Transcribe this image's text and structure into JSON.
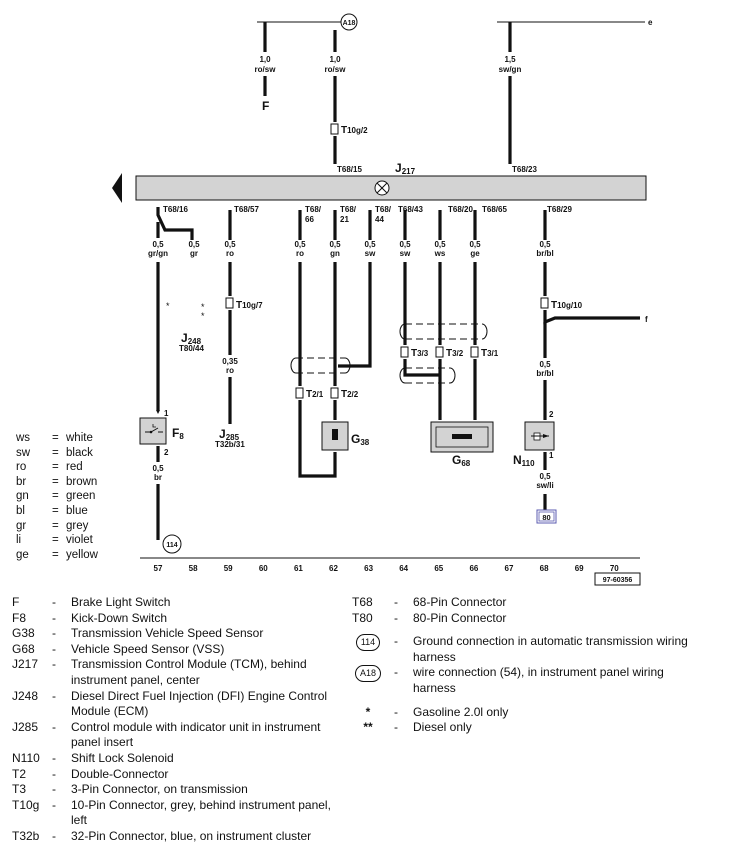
{
  "diagram": {
    "terminals": {
      "top_right": "e",
      "right": "f"
    },
    "a18_marker": "A18",
    "ground_marker": "114",
    "connector_80": "80",
    "figure_id": "97-60356",
    "wire_colors_top": {
      "f": {
        "gauge": "1,0",
        "color": "ro/sw"
      },
      "a18": {
        "gauge": "1,0",
        "color": "ro/sw"
      },
      "e": {
        "gauge": "1,5",
        "color": "sw/gn"
      }
    },
    "top_connectors": {
      "t10g2": "T10g/2",
      "t68_15": "T68/15",
      "t68_23": "T68/23"
    },
    "f_label": "F",
    "module": {
      "name": "J",
      "sub": "217"
    },
    "bottom_pins": [
      "T68/16",
      "T68/57",
      "T68/\n66",
      "T68/\n21",
      "T68/\n44",
      "T68/43",
      "T68/20",
      "T68/65",
      "T68/29"
    ],
    "wires": [
      {
        "gauge": "0,5",
        "color": "gr/gn"
      },
      {
        "gauge": "0,5",
        "color": "gr"
      },
      {
        "gauge": "0,5",
        "color": "ro"
      },
      {
        "gauge": "0,5",
        "color": "ro"
      },
      {
        "gauge": "0,5",
        "color": "gn"
      },
      {
        "gauge": "0,5",
        "color": "sw"
      },
      {
        "gauge": "0,5",
        "color": "sw"
      },
      {
        "gauge": "0,5",
        "color": "ws"
      },
      {
        "gauge": "0,5",
        "color": "ge"
      },
      {
        "gauge": "0,5",
        "color": "br/bl"
      }
    ],
    "lower_wires": {
      "j285": {
        "gauge": "0,35",
        "color": "ro"
      },
      "n110_top": {
        "gauge": "0,5",
        "color": "br/bl"
      },
      "f8_bottom": {
        "gauge": "0,5",
        "color": "br"
      },
      "n110_bottom": {
        "gauge": "0,5",
        "color": "sw/li"
      }
    },
    "connectors": {
      "t10g7": "T10g/7",
      "t10g10": "T10g/10",
      "t2_1": "T2/1",
      "t2_2": "T2/2",
      "t3_3": "T3/3",
      "t3_2": "T3/2",
      "t3_1": "T3/1"
    },
    "components": {
      "j248": {
        "name": "J",
        "sub": "248",
        "pin": "T80/44"
      },
      "j285": {
        "name": "J",
        "sub": "285",
        "pin": "T32b/31"
      },
      "f8": {
        "name": "F",
        "sub": "8",
        "pin1": "1",
        "pin2": "2"
      },
      "g38": {
        "name": "G",
        "sub": "38"
      },
      "g68": {
        "name": "G",
        "sub": "68"
      },
      "n110": {
        "name": "N",
        "sub": "110",
        "pin1": "1",
        "pin2": "2"
      }
    },
    "marks": {
      "single": "*",
      "double": "*\n*"
    },
    "scale": [
      "57",
      "58",
      "59",
      "60",
      "61",
      "62",
      "63",
      "64",
      "65",
      "66",
      "67",
      "68",
      "69",
      "70"
    ]
  },
  "color_key": [
    {
      "abbr": "ws",
      "name": "white"
    },
    {
      "abbr": "sw",
      "name": "black"
    },
    {
      "abbr": "ro",
      "name": "red"
    },
    {
      "abbr": "br",
      "name": "brown"
    },
    {
      "abbr": "gn",
      "name": "green"
    },
    {
      "abbr": "bl",
      "name": "blue"
    },
    {
      "abbr": "gr",
      "name": "grey"
    },
    {
      "abbr": "li",
      "name": "violet"
    },
    {
      "abbr": "ge",
      "name": "yellow"
    }
  ],
  "legend_left": [
    {
      "code": "F",
      "desc": "Brake Light Switch"
    },
    {
      "code": "F8",
      "desc": "Kick-Down Switch"
    },
    {
      "code": "G38",
      "desc": "Transmission Vehicle Speed Sensor"
    },
    {
      "code": "G68",
      "desc": "Vehicle Speed Sensor (VSS)"
    },
    {
      "code": "J217",
      "desc": "Transmission Control Module (TCM), behind instrument panel, center"
    },
    {
      "code": "J248",
      "desc": "Diesel Direct Fuel Injection (DFI) Engine Control Module (ECM)"
    },
    {
      "code": "J285",
      "desc": "Control module with indicator unit in instrument panel insert"
    },
    {
      "code": "N110",
      "desc": "Shift Lock Solenoid"
    },
    {
      "code": "T2",
      "desc": "Double-Connector"
    },
    {
      "code": "T3",
      "desc": "3-Pin Connector, on transmission"
    },
    {
      "code": "T10g",
      "desc": "10-Pin Connector, grey, behind instrument panel, left"
    },
    {
      "code": "T32b",
      "desc": "32-Pin Connector, blue, on instrument cluster"
    }
  ],
  "legend_right": [
    {
      "code": "T68",
      "desc": "68-Pin Connector"
    },
    {
      "code": "T80",
      "desc": "80-Pin Connector"
    },
    {
      "symbol": "114",
      "desc": "Ground connection in automatic transmission wiring harness"
    },
    {
      "symbol": "A18",
      "desc": "wire connection (54), in instrument panel wiring harness"
    },
    {
      "mark": "*",
      "desc": "Gasoline 2.0l only"
    },
    {
      "mark": "**",
      "desc": "Diesel only"
    }
  ]
}
